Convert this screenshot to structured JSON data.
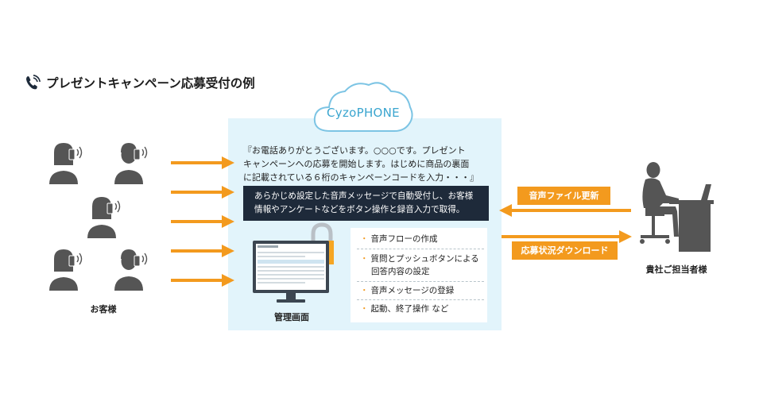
{
  "title": "プレゼントキャンペーン応募受付の例",
  "title_icon": "phone-icon",
  "service": {
    "name": "CyzoPHONE"
  },
  "voice_message": {
    "lines": [
      "『お電話ありがとうございます。○○○です。プレゼント",
      "キャンペーンへの応募を開始します。はじめに商品の裏面",
      "に記載されている６桁のキャンペーンコードを入力・・・』"
    ]
  },
  "summary": {
    "lines": [
      "あらかじめ設定した音声メッセージで自動受付し、お客様",
      "情報やアンケートなどをボタン操作と録音入力で取得。"
    ]
  },
  "features": [
    {
      "lines": [
        "音声フローの作成"
      ]
    },
    {
      "lines": [
        "質問とプッシュボタンによる",
        "回答内容の設定"
      ]
    },
    {
      "lines": [
        "音声メッセージの登録"
      ]
    },
    {
      "lines": [
        "起動、終了操作 など"
      ]
    }
  ],
  "admin": {
    "label": "管理画面"
  },
  "customers": {
    "label": "お客様"
  },
  "company": {
    "label": "貴社ご担当者様"
  },
  "flows": {
    "upload": "音声ファイル更新",
    "download": "応募状況ダウンロード"
  },
  "colors": {
    "accent": "#f39a1e",
    "panel": "#e2f4fb",
    "brand": "#3aa5cf",
    "dark": "#1e2a3a",
    "figure": "#555555"
  }
}
